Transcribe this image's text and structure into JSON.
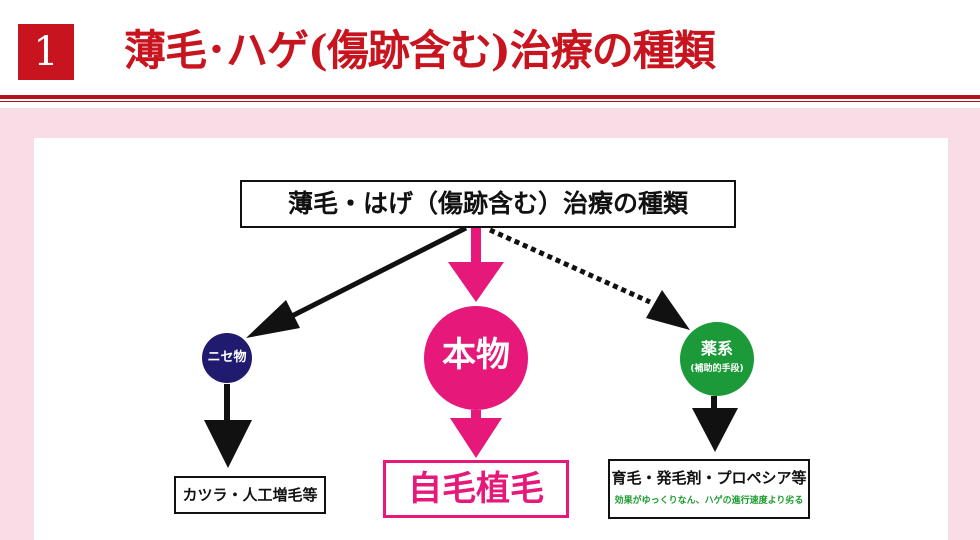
{
  "header": {
    "number": "1",
    "title": "薄毛･ハゲ(傷跡含む)治療の種類"
  },
  "diagram": {
    "top_box": "薄毛・はげ（傷跡含む）治療の種類",
    "left_circle": "ニセ物",
    "center_circle": "本物",
    "right_circle_main": "薬系",
    "right_circle_sub": "(補助的手段)",
    "left_result": "カツラ・人工増毛等",
    "center_result": "自毛植毛",
    "right_result_main": "育毛・発毛剤・プロペシア等",
    "right_result_sub": "効果がゆっくりなん、ハゲの進行速度より劣る"
  },
  "colors": {
    "brand_red": "#c8141e",
    "panel_pink": "#f8dde6",
    "magenta": "#e6197a",
    "navy": "#201b6f",
    "green": "#1c9a3a",
    "green_text": "#1d9b2f"
  }
}
